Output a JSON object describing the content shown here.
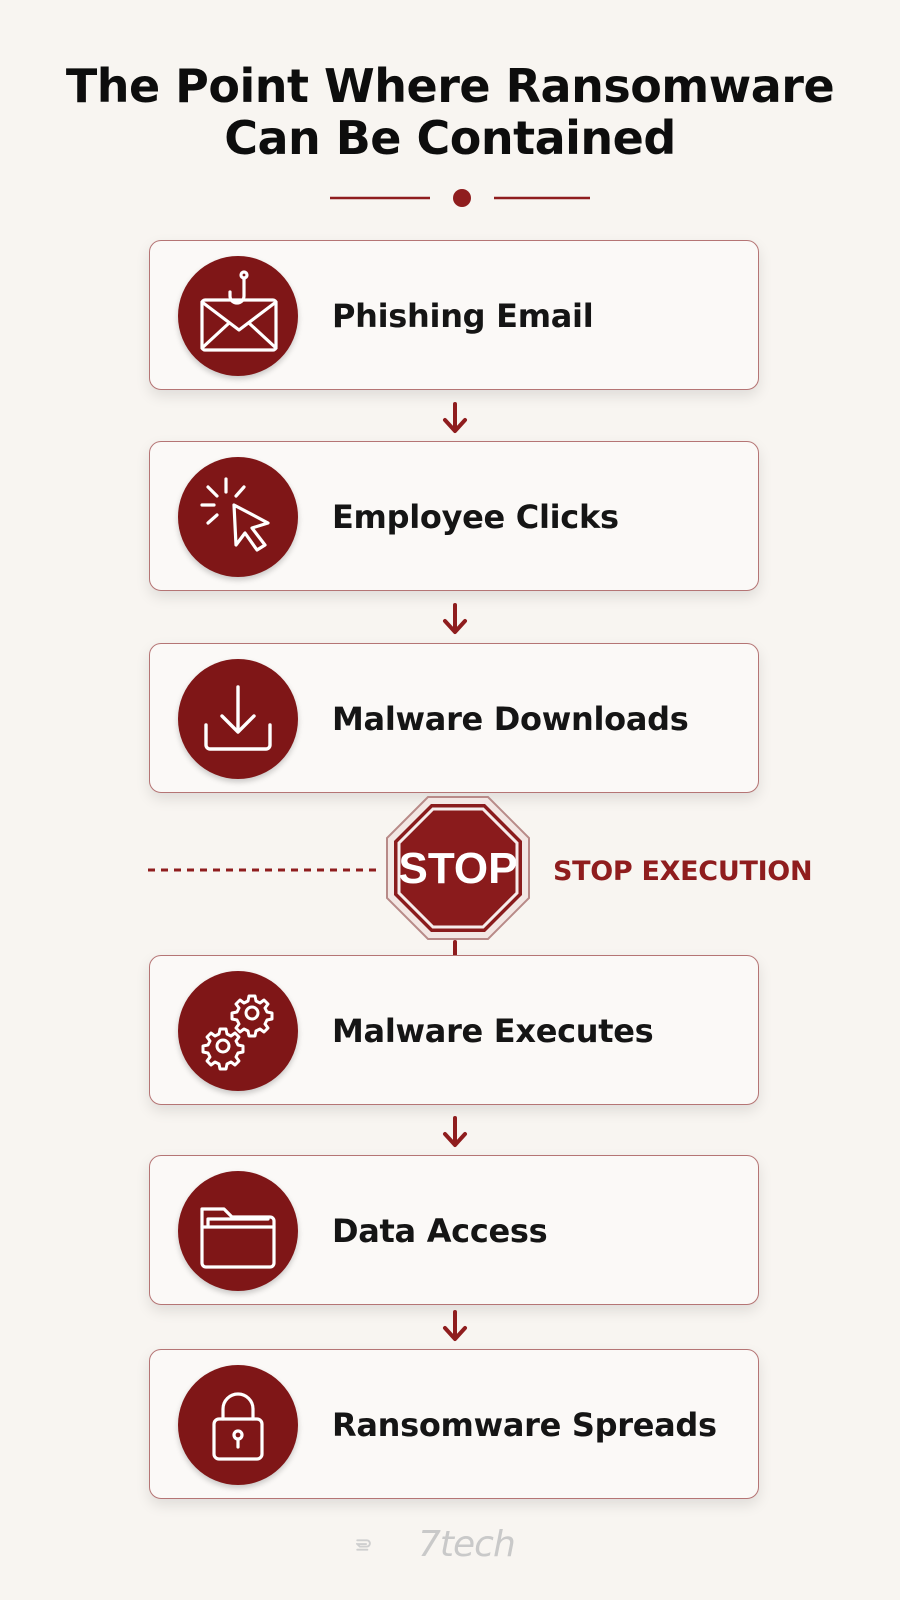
{
  "title": "The Point Where Ransomware Can Be Contained",
  "steps": [
    {
      "label": "Phishing Email",
      "icon": "envelope-hook-icon"
    },
    {
      "label": "Employee Clicks",
      "icon": "cursor-click-icon"
    },
    {
      "label": "Malware Downloads",
      "icon": "download-icon"
    },
    {
      "label": "Malware Executes",
      "icon": "gears-icon"
    },
    {
      "label": "Data Access",
      "icon": "folder-icon"
    },
    {
      "label": "Ransomware Spreads",
      "icon": "padlock-icon"
    }
  ],
  "stop": {
    "sign_text": "STOP",
    "label": "STOP EXECUTION"
  },
  "logo": {
    "text": "7tech"
  },
  "colors": {
    "accent": "#7f1617",
    "background": "#f8f5f1",
    "text": "#151515",
    "border": "#b57575"
  }
}
